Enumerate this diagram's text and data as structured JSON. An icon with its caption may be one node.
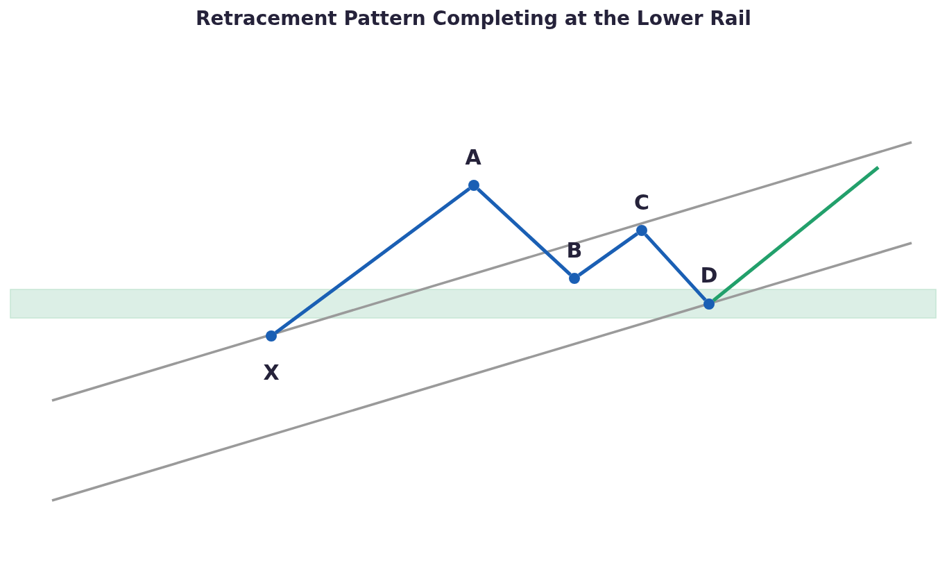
{
  "diagram": {
    "title": "Retracement Pattern Completing at the Lower Rail",
    "nodes": [
      {
        "text": [],
        "shape": "circle",
        "beside": [
          "X"
        ]
      },
      {
        "text": [],
        "shape": "circle",
        "beside": [
          "A"
        ]
      },
      {
        "text": [],
        "shape": "circle",
        "beside": [
          "B"
        ]
      },
      {
        "text": [],
        "shape": "circle",
        "beside": [
          "C"
        ]
      },
      {
        "text": [],
        "shape": "circle",
        "beside": [
          "D"
        ]
      }
    ],
    "edges": [
      {
        "from": 0,
        "to": 1,
        "arrow": "none"
      },
      {
        "from": 1,
        "to": 2,
        "arrow": "none"
      },
      {
        "from": 2,
        "to": 3,
        "arrow": "none"
      },
      {
        "from": 3,
        "to": 4,
        "arrow": "none"
      },
      {
        "from": 4,
        "to": null,
        "arrow": "none",
        "color": "#22a06b"
      }
    ]
  }
}
